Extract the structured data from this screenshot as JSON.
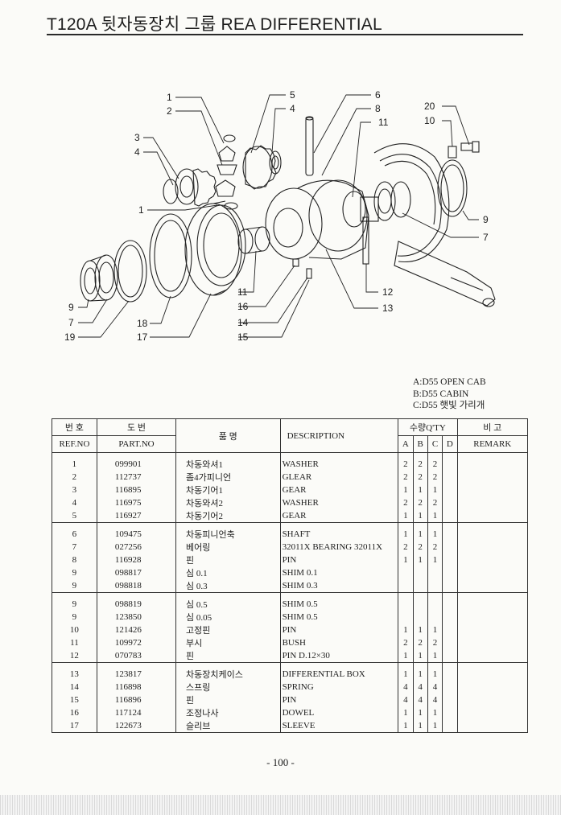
{
  "header": {
    "title": "T120A 뒷자동장치 그룹 REA DIFFERENTIAL"
  },
  "diagram": {
    "callouts": [
      "1",
      "2",
      "5",
      "4",
      "6",
      "8",
      "11",
      "20",
      "10",
      "3",
      "4",
      "1",
      "9",
      "7",
      "9",
      "7",
      "19",
      "18",
      "17",
      "11",
      "16",
      "14",
      "15",
      "12",
      "13"
    ]
  },
  "legend": {
    "lines": [
      "A:D55 OPEN CAB",
      "B:D55 CABIN",
      "C:D55 햇빛 가리개"
    ]
  },
  "table": {
    "headers": {
      "ref_ko": "번 호",
      "ref_en": "REF.NO",
      "part_ko": "도 번",
      "part_en": "PART.NO",
      "name_ko": "품 명",
      "desc": "DESCRIPTION",
      "qty_ko": "수량",
      "qty_en": "Q'TY",
      "col_a": "A",
      "col_b": "B",
      "col_c": "C",
      "col_d": "D",
      "remark_ko": "비 고",
      "remark_en": "REMARK"
    },
    "groups": [
      [
        {
          "ref": "1",
          "part": "099901",
          "name": "차동와셔1",
          "desc": "WASHER",
          "a": "2",
          "b": "2",
          "c": "2"
        },
        {
          "ref": "2",
          "part": "112737",
          "name": "좀4가피니언",
          "desc": "GLEAR",
          "a": "2",
          "b": "2",
          "c": "2"
        },
        {
          "ref": "3",
          "part": "116895",
          "name": "차동기어1",
          "desc": "GEAR",
          "a": "1",
          "b": "1",
          "c": "1"
        },
        {
          "ref": "4",
          "part": "116975",
          "name": "차동와셔2",
          "desc": "WASHER",
          "a": "2",
          "b": "2",
          "c": "2"
        },
        {
          "ref": "5",
          "part": "116927",
          "name": "차동기어2",
          "desc": "GEAR",
          "a": "1",
          "b": "1",
          "c": "1"
        }
      ],
      [
        {
          "ref": "6",
          "part": "109475",
          "name": "차동피니언축",
          "desc": "SHAFT",
          "a": "1",
          "b": "1",
          "c": "1"
        },
        {
          "ref": "7",
          "part": "027256",
          "name": "베어링",
          "desc": "32011X BEARING 32011X",
          "a": "2",
          "b": "2",
          "c": "2"
        },
        {
          "ref": "8",
          "part": "116928",
          "name": "핀",
          "desc": "PIN",
          "a": "1",
          "b": "1",
          "c": "1"
        },
        {
          "ref": "9",
          "part": "098817",
          "name": "심 0.1",
          "desc": "SHIM 0.1",
          "a": "",
          "b": "",
          "c": ""
        },
        {
          "ref": "9",
          "part": "098818",
          "name": "심 0.3",
          "desc": "SHIM 0.3",
          "a": "",
          "b": "",
          "c": ""
        }
      ],
      [
        {
          "ref": "9",
          "part": "098819",
          "name": "심 0.5",
          "desc": "SHIM 0.5",
          "a": "",
          "b": "",
          "c": ""
        },
        {
          "ref": "9",
          "part": "123850",
          "name": "심 0.05",
          "desc": "SHIM 0.5",
          "a": "",
          "b": "",
          "c": ""
        },
        {
          "ref": "10",
          "part": "121426",
          "name": "고정핀",
          "desc": "PIN",
          "a": "1",
          "b": "1",
          "c": "1"
        },
        {
          "ref": "11",
          "part": "109972",
          "name": "부시",
          "desc": "BUSH",
          "a": "2",
          "b": "2",
          "c": "2"
        },
        {
          "ref": "12",
          "part": "070783",
          "name": "핀",
          "desc": "PIN D.12×30",
          "a": "1",
          "b": "1",
          "c": "1"
        }
      ],
      [
        {
          "ref": "13",
          "part": "123817",
          "name": "차동장치케이스",
          "desc": "DIFFERENTIAL BOX",
          "a": "1",
          "b": "1",
          "c": "1"
        },
        {
          "ref": "14",
          "part": "116898",
          "name": "스프링",
          "desc": "SPRING",
          "a": "4",
          "b": "4",
          "c": "4"
        },
        {
          "ref": "15",
          "part": "116896",
          "name": "핀",
          "desc": "PIN",
          "a": "4",
          "b": "4",
          "c": "4"
        },
        {
          "ref": "16",
          "part": "117124",
          "name": "조정나사",
          "desc": "DOWEL",
          "a": "1",
          "b": "1",
          "c": "1"
        },
        {
          "ref": "17",
          "part": "122673",
          "name": "슬리브",
          "desc": "SLEEVE",
          "a": "1",
          "b": "1",
          "c": "1"
        }
      ]
    ]
  },
  "footer": {
    "page_number": "- 100 -"
  }
}
